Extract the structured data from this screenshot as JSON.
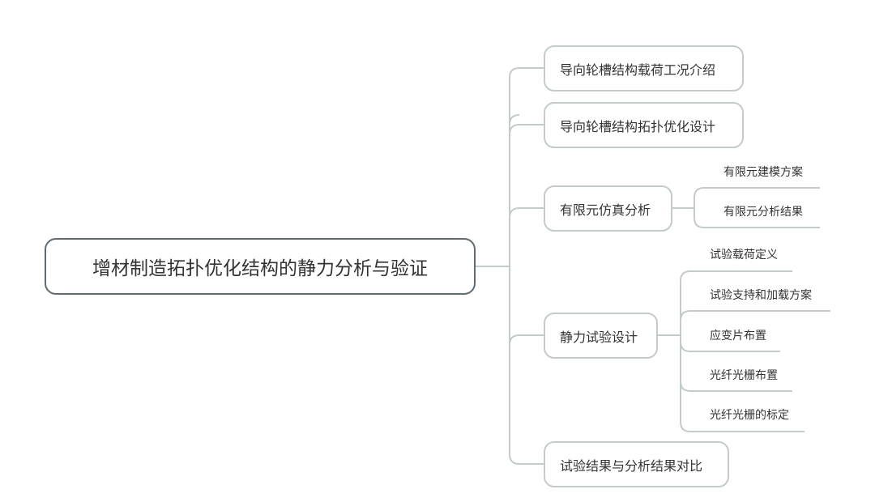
{
  "root": {
    "label": "增材制造拓扑优化结构的静力分析与验证"
  },
  "branches": [
    {
      "label": "导向轮槽结构载荷工况介绍"
    },
    {
      "label": "导向轮槽结构拓扑优化设计"
    },
    {
      "label": "有限元仿真分析",
      "children": [
        "有限元建模方案",
        "有限元分析结果"
      ]
    },
    {
      "label": "静力试验设计",
      "children": [
        "试验载荷定义",
        "试验支持和加载方案",
        "应变片布置",
        "光纤光栅布置",
        "光纤光栅的标定"
      ]
    },
    {
      "label": "试验结果与分析结果对比"
    }
  ],
  "colors": {
    "line": "#c4cbcb",
    "root_border": "#5f6b72",
    "text": "#333333"
  }
}
